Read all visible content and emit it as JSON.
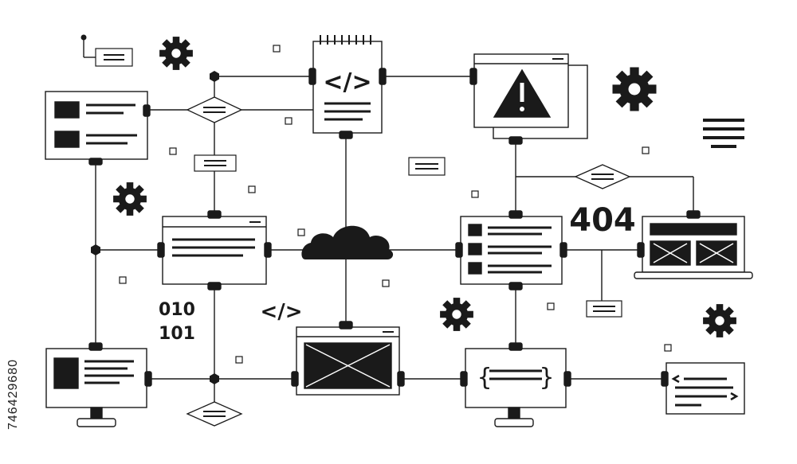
{
  "illustration": {
    "code_tag": "</>",
    "error_code": "404",
    "binary_line_1": "010",
    "binary_line_2": "101",
    "stock_id": "746429680"
  },
  "colors": {
    "ink": "#1a1a1a",
    "paper": "#ffffff",
    "fill": "#2b2b2b"
  },
  "icons": [
    "gear-icon",
    "cloud-icon",
    "warning-icon",
    "code-icon",
    "monitor-icon",
    "laptop-icon",
    "browser-window-icon",
    "hamburger-icon"
  ]
}
